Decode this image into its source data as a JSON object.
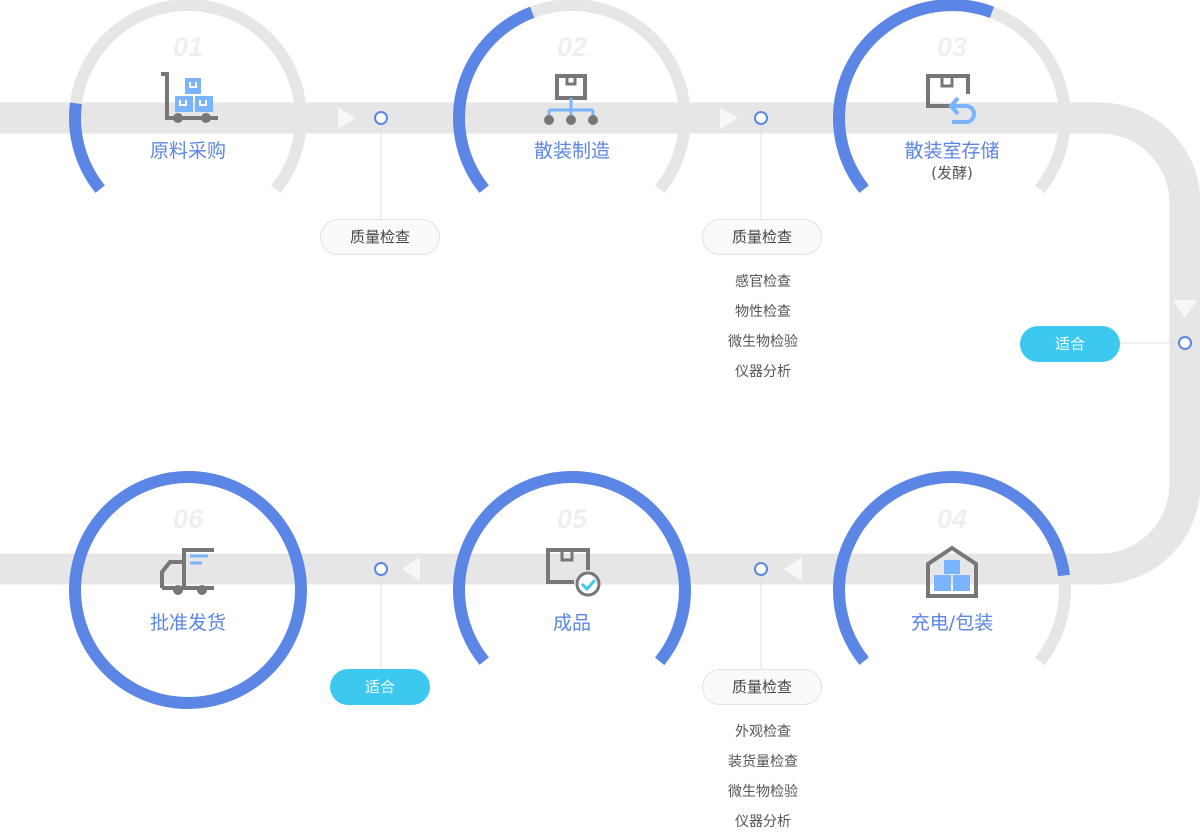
{
  "colors": {
    "accent": "#5b86e5",
    "track": "#e6e6e6",
    "pill": "#3cc8ef"
  },
  "steps": [
    {
      "num": "01",
      "label": "原料采购",
      "progress": 0.18,
      "icon": "cart-boxes-icon"
    },
    {
      "num": "02",
      "label": "散装制造",
      "progress": 0.42,
      "icon": "distribution-icon"
    },
    {
      "num": "03",
      "label": "散装室存储",
      "sub": "(发酵)",
      "progress": 0.58,
      "icon": "box-return-icon"
    },
    {
      "num": "04",
      "label": "充电/包装",
      "progress": 0.82,
      "icon": "warehouse-icon"
    },
    {
      "num": "05",
      "label": "成品",
      "progress": 1.0,
      "icon": "box-check-icon"
    },
    {
      "num": "06",
      "label": "批准发货",
      "progress": 1.0,
      "icon": "truck-icon"
    }
  ],
  "checks": [
    {
      "label": "质量检查"
    },
    {
      "label": "质量检查",
      "items": [
        "感官检查",
        "物性检查",
        "微生物检验",
        "仪器分析"
      ]
    },
    {
      "label": "质量检查",
      "items": [
        "外观检查",
        "装货量检查",
        "微生物检验",
        "仪器分析"
      ]
    }
  ],
  "approvals": [
    {
      "label": "适合"
    },
    {
      "label": "适合"
    }
  ]
}
